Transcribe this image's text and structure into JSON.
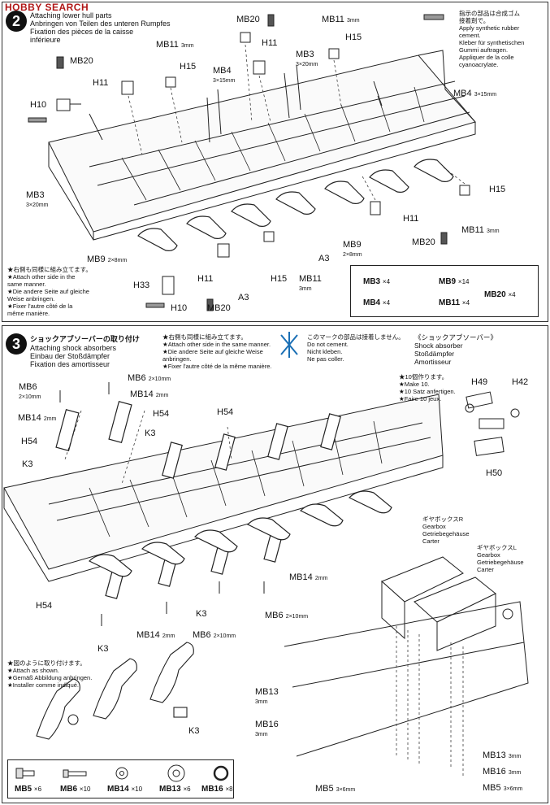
{
  "header": {
    "logo_text": "HOBBY SEARCH",
    "step_number_top": "2",
    "step_number_bottom": "3"
  },
  "step2": {
    "title_en": "Attaching lower hull parts",
    "title_de": "Anbringen von Teilen des unteren Rumpfes",
    "title_fr": "Fixation des pièces de la caisse",
    "title_fr2": "inférieure",
    "glue_note_jp": "指示の部品は合成ゴム",
    "glue_note_jp2": "接着剤で。",
    "glue_note_en": "Apply synthetic rubber",
    "glue_note_en2": "cement.",
    "glue_note_de": "Kleber für synthetischen",
    "glue_note_de2": "Gummi auftragen.",
    "glue_note_fr": "Appliquer de la colle",
    "glue_note_fr2": "cyanoacrylate.",
    "other_side_jp": "★右側も同様に組み立てます。",
    "other_side_en": "★Attach other side in the",
    "other_side_en2": "same manner.",
    "other_side_de": "★Die andere Seite auf gleiche",
    "other_side_de2": "Weise anbringen.",
    "other_side_fr": "★Fixer l'autre côté de la",
    "other_side_fr2": "même manière.",
    "labels": {
      "mb20_a": "MB20",
      "mb11_a": "MB11",
      "mb11_a_size": "3mm",
      "h15_a": "H15",
      "mb20_b": "MB20",
      "h11_a": "H11",
      "mb11_b": "MB11",
      "mb11_b_size": "3mm",
      "h15_b": "H15",
      "h11_b": "H11",
      "mb4_a": "MB4",
      "mb4_a_size": "3×15mm",
      "mb3_a": "MB3",
      "mb3_a_size": "3×20mm",
      "h10_a": "H10",
      "mb4_b": "MB4",
      "mb4_b_size": "3×15mm",
      "mb3_b": "MB3",
      "mb3_b_size": "3×20mm",
      "h15_c": "H15",
      "h11_c": "H11",
      "mb11_c": "MB11",
      "mb11_c_size": "3mm",
      "mb9_a": "MB9",
      "mb9_a_size": "2×8mm",
      "mb20_c": "MB20",
      "mb9_b": "MB9",
      "mb9_b_size": "2×8mm",
      "a3_a": "A3",
      "h33": "H33",
      "h11_d": "H11",
      "h15_d": "H15",
      "mb11_d": "MB11",
      "mb11_d_size": "3mm",
      "a3_b": "A3",
      "h10_b": "H10",
      "mb20_d": "MB20"
    },
    "parts_box": [
      {
        "name": "MB3",
        "qty": "×4"
      },
      {
        "name": "MB9",
        "qty": "×14"
      },
      {
        "name": "MB20",
        "qty": "×4"
      },
      {
        "name": "MB4",
        "qty": "×4"
      },
      {
        "name": "MB11",
        "qty": "×4"
      }
    ]
  },
  "step3": {
    "title_jp": "ショックアブソーバーの取り付け",
    "title_en": "Attaching shock absorbers",
    "title_de": "Einbau der Stoßdämpfer",
    "title_fr": "Fixation des amortisseur",
    "other_side_jp": "★右側も同様に組み立てます。",
    "other_side_en": "★Attach other side in the same manner.",
    "other_side_de": "★Die andere Seite auf gleiche Weise",
    "other_side_de2": "anbringen.",
    "other_side_fr": "★Fixer l'autre côté de la même manière.",
    "no_cement_jp": "このマークの部品は接着しません。",
    "no_cement_en": "Do not cement.",
    "no_cement_de": "Nicht kleben.",
    "no_cement_fr": "Ne pas coller.",
    "shock_jp": "《ショックアブソーバー》",
    "shock_en": "Shock absorber",
    "shock_de": "Stoßdämpfer",
    "shock_fr": "Amortisseur",
    "make10_jp": "★10個作ります。",
    "make10_en": "★Make 10.",
    "make10_de": "★10 Satz anfertigen.",
    "make10_fr": "★Faire 10 jeux.",
    "gearbox_r_jp": "ギヤボックスR",
    "gearbox_r_en": "Gearbox",
    "gearbox_r_de": "Getriebegehäuse",
    "gearbox_r_fr": "Carter",
    "gearbox_l_jp": "ギヤボックスL",
    "gearbox_l_en": "Gearbox",
    "gearbox_l_de": "Getriebegehäuse",
    "gearbox_l_fr": "Carter",
    "as_shown_jp": "★図のように取り付けます。",
    "as_shown_en": "★Attach as shown.",
    "as_shown_de": "★Gemäß Abbildung anbringen.",
    "as_shown_fr": "★Installer comme indiqué.",
    "labels": {
      "mb6_a": "MB6",
      "mb6_a_size": "2×10mm",
      "mb6_b": "MB6",
      "mb6_b_size": "2×10mm",
      "mb14_a": "MB14",
      "mb14_a_size": "2mm",
      "mb14_b": "MB14",
      "mb14_b_size": "2mm",
      "h54_a": "H54",
      "h54_b": "H54",
      "h54_c": "H54",
      "k3_a": "K3",
      "k3_b": "K3",
      "h49": "H49",
      "h42": "H42",
      "h50": "H50",
      "mb14_c": "MB14",
      "mb14_c_size": "2mm",
      "mb6_c": "MB6",
      "mb6_c_size": "2×10mm",
      "h54_d": "H54",
      "k3_c": "K3",
      "k3_d": "K3",
      "mb14_d": "MB14",
      "mb14_d_size": "2mm",
      "mb6_d": "MB6",
      "mb6_d_size": "2×10mm",
      "k3_e": "K3",
      "mb13_a": "MB13",
      "mb13_a_size": "3mm",
      "mb16_a": "MB16",
      "mb16_a_size": "3mm",
      "mb5_a": "MB5",
      "mb5_a_size": "3×6mm",
      "mb13_b": "MB13",
      "mb13_b_size": "3mm",
      "mb16_b": "MB16",
      "mb16_b_size": "3mm",
      "mb5_b": "MB5",
      "mb5_b_size": "3×6mm"
    },
    "parts_box": [
      {
        "name": "MB5",
        "qty": "×6"
      },
      {
        "name": "MB6",
        "qty": "×10"
      },
      {
        "name": "MB14",
        "qty": "×10"
      },
      {
        "name": "MB13",
        "qty": "×6"
      },
      {
        "name": "MB16",
        "qty": "×8"
      }
    ]
  }
}
